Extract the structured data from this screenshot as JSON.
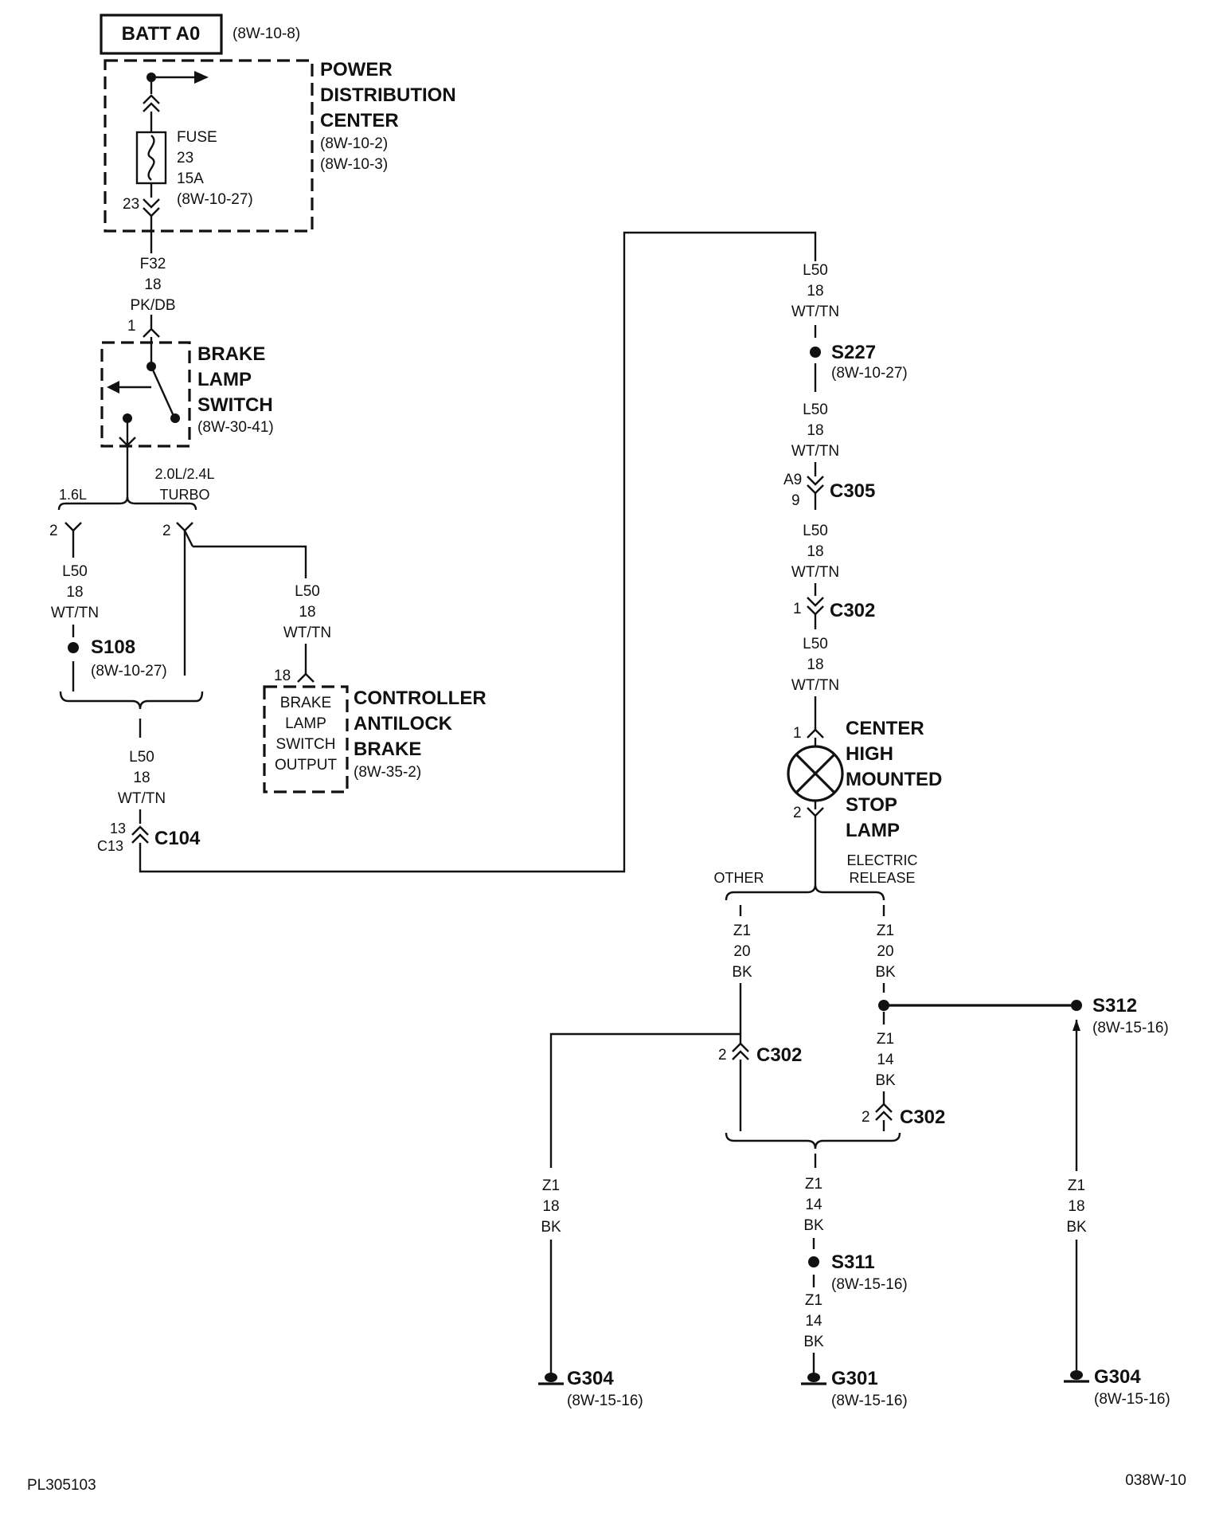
{
  "batt": {
    "label": "BATT A0",
    "ref": "(8W-10-8)"
  },
  "pdc": {
    "title": [
      "POWER",
      "DISTRIBUTION",
      "CENTER"
    ],
    "refs": [
      "(8W-10-2)",
      "(8W-10-3)"
    ],
    "fuse": {
      "lines": [
        "FUSE",
        "23",
        "15A",
        "(8W-10-27)"
      ],
      "pin": "23"
    }
  },
  "wire_f32": [
    "F32",
    "18",
    "PK/DB"
  ],
  "brake_switch": {
    "pin": "1",
    "title": [
      "BRAKE",
      "LAMP",
      "SWITCH"
    ],
    "ref": "(8W-30-41)"
  },
  "branch_top": {
    "left": "1.6L",
    "right": [
      "2.0L/2.4L",
      "TURBO"
    ]
  },
  "pin_left_2": "2",
  "pin_right_2": "2",
  "wire_left_l50": [
    "L50",
    "18",
    "WT/TN"
  ],
  "s108": {
    "label": "S108",
    "ref": "(8W-10-27)"
  },
  "wire_abs_l50": [
    "L50",
    "18",
    "WT/TN"
  ],
  "abs": {
    "pin": "18",
    "inner": [
      "BRAKE",
      "LAMP",
      "SWITCH",
      "OUTPUT"
    ],
    "title": [
      "CONTROLLER",
      "ANTILOCK",
      "BRAKE"
    ],
    "ref": "(8W-35-2)"
  },
  "wire_c104_l50": [
    "L50",
    "18",
    "WT/TN"
  ],
  "c104": {
    "pins": [
      "13",
      "C13"
    ],
    "label": "C104"
  },
  "wire_right_top": [
    "L50",
    "18",
    "WT/TN"
  ],
  "s227": {
    "label": "S227",
    "ref": "(8W-10-27)"
  },
  "wire_s227_c305": [
    "L50",
    "18",
    "WT/TN"
  ],
  "c305": {
    "pins": [
      "A9",
      "9"
    ],
    "label": "C305"
  },
  "wire_c305_c302": [
    "L50",
    "18",
    "WT/TN"
  ],
  "c302_top": {
    "pin": "1",
    "label": "C302"
  },
  "wire_c302_lamp": [
    "L50",
    "18",
    "WT/TN"
  ],
  "chmsl": {
    "pin_top": "1",
    "pin_bottom": "2",
    "title": [
      "CENTER",
      "HIGH",
      "MOUNTED",
      "STOP",
      "LAMP"
    ]
  },
  "branch_bottom": {
    "left": "OTHER",
    "right": [
      "ELECTRIC",
      "RELEASE"
    ]
  },
  "wire_other_z1": [
    "Z1",
    "20",
    "BK"
  ],
  "wire_elec_z1": [
    "Z1",
    "20",
    "BK"
  ],
  "s312": {
    "label": "S312",
    "ref": "(8W-15-16)"
  },
  "c302_left": {
    "pin": "2",
    "label": "C302"
  },
  "wire_elec_z1_14": [
    "Z1",
    "14",
    "BK"
  ],
  "c302_right": {
    "pin": "2",
    "label": "C302"
  },
  "wire_g304_left": [
    "Z1",
    "18",
    "BK"
  ],
  "wire_center_z1_a": [
    "Z1",
    "14",
    "BK"
  ],
  "s311": {
    "label": "S311",
    "ref": "(8W-15-16)"
  },
  "wire_center_z1_b": [
    "Z1",
    "14",
    "BK"
  ],
  "wire_g304_right": [
    "Z1",
    "18",
    "BK"
  ],
  "g304_left": {
    "label": "G304",
    "ref": "(8W-15-16)"
  },
  "g301": {
    "label": "G301",
    "ref": "(8W-15-16)"
  },
  "g304_right": {
    "label": "G304",
    "ref": "(8W-15-16)"
  },
  "footer": {
    "left": "PL305103",
    "right": "038W-10"
  }
}
